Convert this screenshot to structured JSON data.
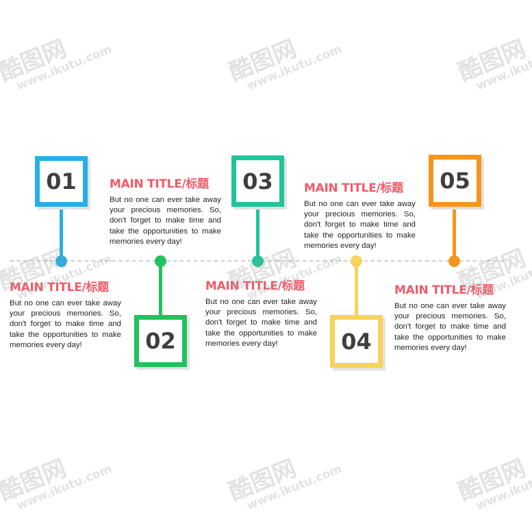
{
  "watermark": {
    "logo": "酷图网",
    "url": "www.ikutu.com"
  },
  "colors": {
    "step1": "#27aee6",
    "step2": "#20c25c",
    "step3": "#1fc59b",
    "step4": "#f7d35b",
    "step5": "#f6951d",
    "title": "#ef5b68",
    "line": "#cfcfcf",
    "number": "#3f3f3f"
  },
  "steps": [
    {
      "number": "01",
      "title": "MAIN TITLE/标题",
      "body": "But no one can ever take away your precious memories. So, don't forget to make time and take the opportunities to make memories every day!"
    },
    {
      "number": "02",
      "title": "MAIN TITLE/标题",
      "body": "But no one can ever take away your precious memories. So, don't forget to make time and take the opportunities to make memories every day!"
    },
    {
      "number": "03",
      "title": "MAIN TITLE/标题",
      "body": "But no one can ever take away your precious memories. So, don't forget to make time and take the opportunities to make memories every day!"
    },
    {
      "number": "04",
      "title": "MAIN TITLE/标题",
      "body": "But no one can ever take away your precious memories. So, don't forget to make time and take the opportunities to make memories every day!"
    },
    {
      "number": "05",
      "title": "MAIN TITLE/标题",
      "body": "But no one can ever take away your precious memories. So, don't forget to make time and take the opportunities to make memories every day!"
    }
  ]
}
